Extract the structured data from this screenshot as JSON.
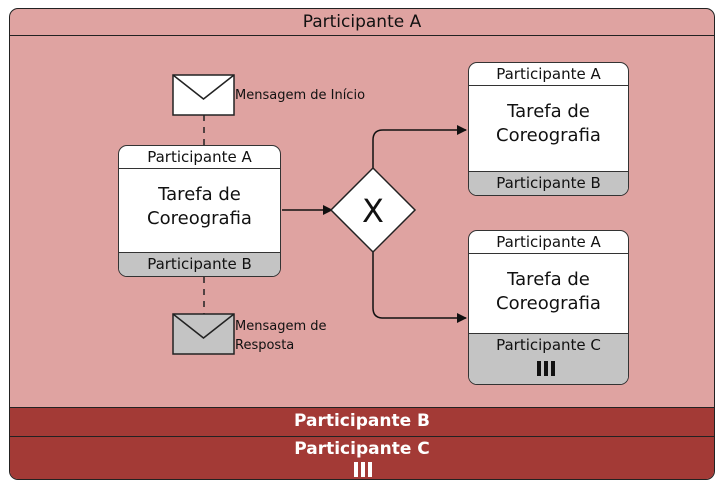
{
  "pool": {
    "top_label": "Participante A",
    "band_b_label": "Participante B",
    "band_c_label": "Participante C"
  },
  "left_task": {
    "top": "Participante A",
    "name_line1": "Tarefa de",
    "name_line2": "Coreografia",
    "bottom": "Participante B"
  },
  "upper_task": {
    "top": "Participante A",
    "name_line1": "Tarefa de",
    "name_line2": "Coreografia",
    "bottom": "Participante B"
  },
  "lower_task": {
    "top": "Participante A",
    "name_line1": "Tarefa de",
    "name_line2": "Coreografia",
    "bottom": "Participante C"
  },
  "messages": {
    "start_label": "Mensagem de Início",
    "reply_line1": "Mensagem de",
    "reply_line2": "Resposta"
  },
  "gateway": {
    "symbol": "X",
    "type": "exclusive"
  },
  "colors": {
    "pool_fill": "#dfa3a1",
    "band_fill": "#a33a36",
    "task_fill": "#ffffff",
    "participant_band_fill": "#c4c4c4"
  }
}
